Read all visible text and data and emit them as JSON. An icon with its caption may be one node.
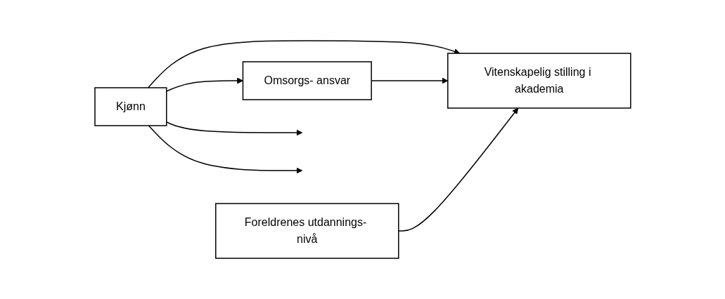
{
  "diagram": {
    "nodes": [
      {
        "text": [
          "Kjønn"
        ]
      },
      {
        "text": [
          "Omsorgs- ansvar"
        ]
      },
      {
        "text": [
          "Vitenskapelig stilling i akademia"
        ]
      },
      {
        "text": [
          "Foreldrenes utdannings- nivå"
        ]
      }
    ],
    "edges": [
      {
        "from": 0,
        "to": 2,
        "arrow": "to"
      },
      {
        "from": 0,
        "to": null,
        "arrow": "to"
      },
      {
        "from": 0,
        "to": 1,
        "arrow": "to"
      },
      {
        "from": 0,
        "to": null,
        "arrow": "to"
      },
      {
        "from": 1,
        "to": 2,
        "arrow": "to"
      },
      {
        "from": 3,
        "to": 2,
        "arrow": "to"
      }
    ]
  }
}
